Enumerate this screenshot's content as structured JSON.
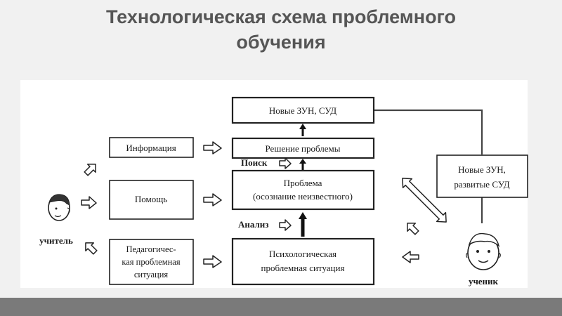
{
  "title": {
    "line1": "Технологическая схема проблемного",
    "line2": "обучения"
  },
  "diagram": {
    "new_zun": "Новые ЗУН, СУД",
    "solution": "Решение проблемы",
    "search": "Поиск",
    "problem_line1": "Проблема",
    "problem_line2": "(осознание неизвестного)",
    "analysis": "Анализ",
    "psych_line1": "Психологическая",
    "psych_line2": "проблемная ситуация",
    "information": "Информация",
    "help": "Помощь",
    "ped_line1": "Педагогичес-",
    "ped_line2": "кая проблемная",
    "ped_line3": "ситуация",
    "teacher": "учитель",
    "student": "ученик",
    "developed_line1": "Новые ЗУН,",
    "developed_line2": "развитые СУД"
  }
}
